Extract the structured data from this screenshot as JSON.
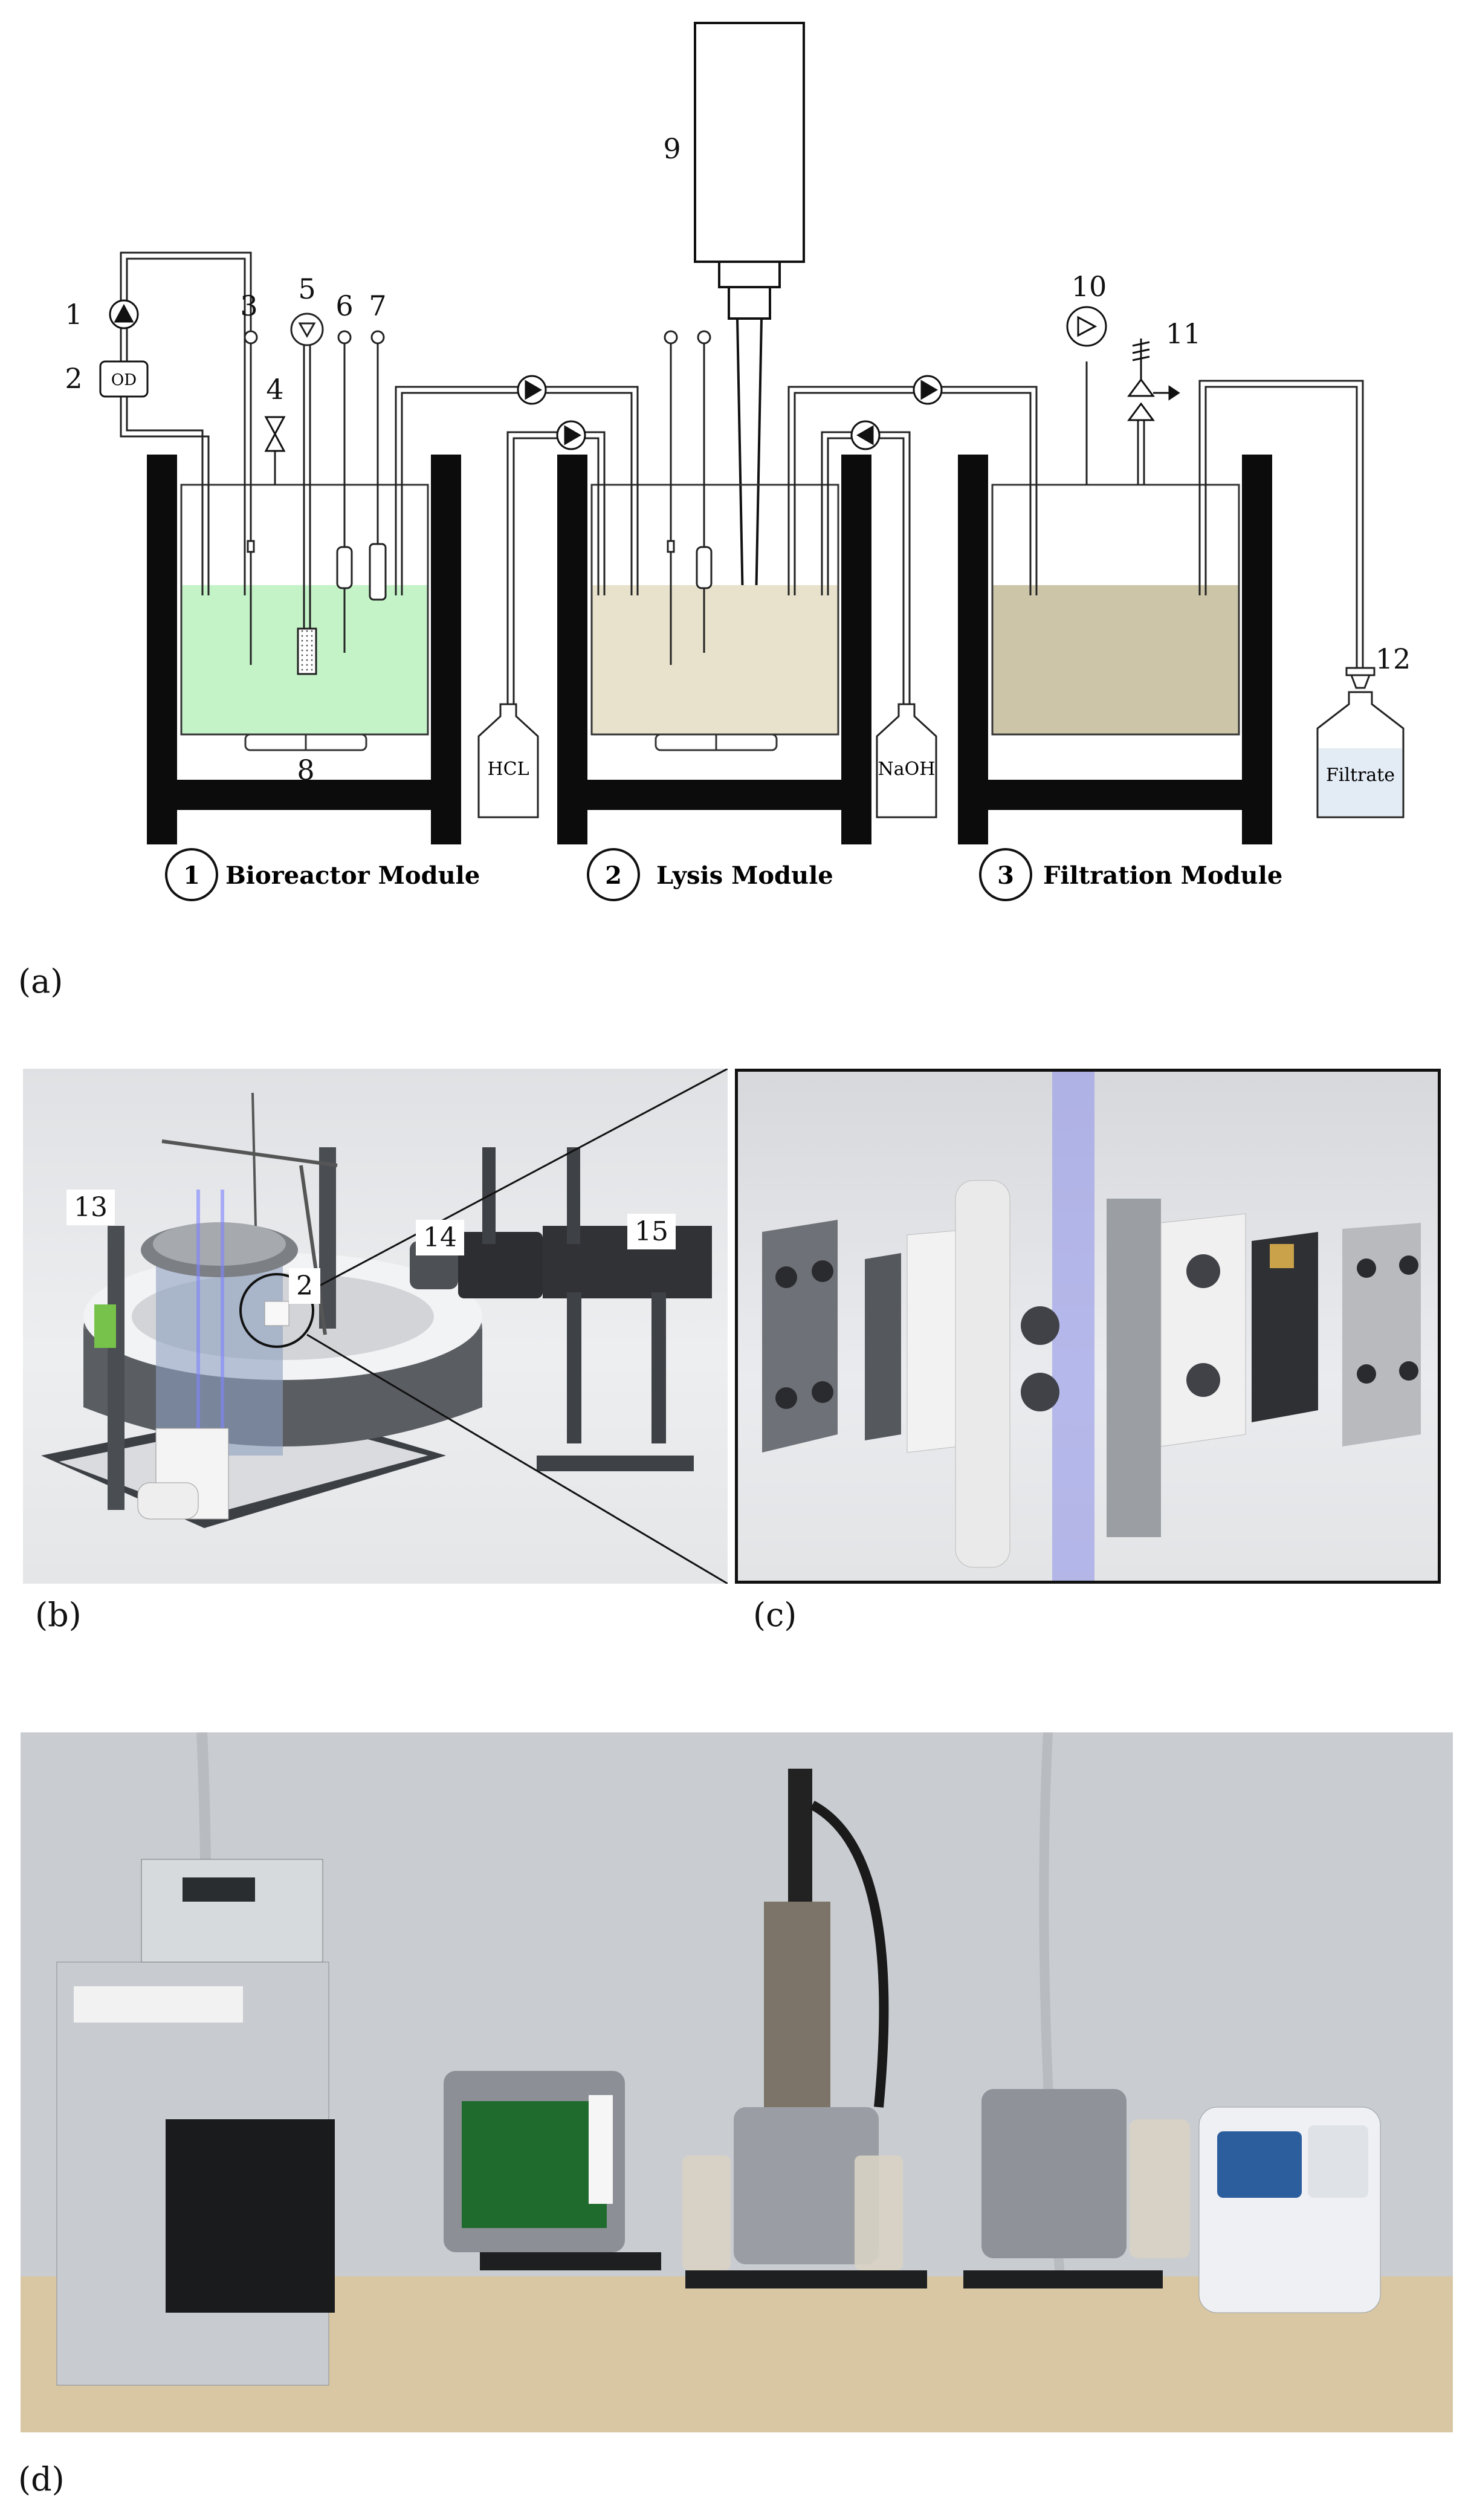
{
  "panel_a": {
    "label": "(a)",
    "numbers": [
      "1",
      "2",
      "3",
      "4",
      "5",
      "6",
      "7",
      "8",
      "9",
      "10",
      "11",
      "12"
    ],
    "od_label": "OD",
    "bottles": {
      "hcl": "HCL",
      "naoh": "NaOH",
      "filtrate": "Filtrate"
    },
    "modules": [
      {
        "number": "1",
        "name": "Bioreactor Module"
      },
      {
        "number": "2",
        "name": "Lysis Module"
      },
      {
        "number": "3",
        "name": "Filtration Module"
      }
    ],
    "colors": {
      "bioreactor_liquid": "#c4f3c8",
      "lysis_liquid": "#e8e2cc",
      "filtration_liquid": "#cdc5a8",
      "frame": "#0c0c0c"
    }
  },
  "panel_b": {
    "label": "(b)",
    "callouts": [
      "13",
      "2",
      "14",
      "15"
    ]
  },
  "panel_c": {
    "label": "(c)"
  },
  "panel_d": {
    "label": "(d)"
  }
}
